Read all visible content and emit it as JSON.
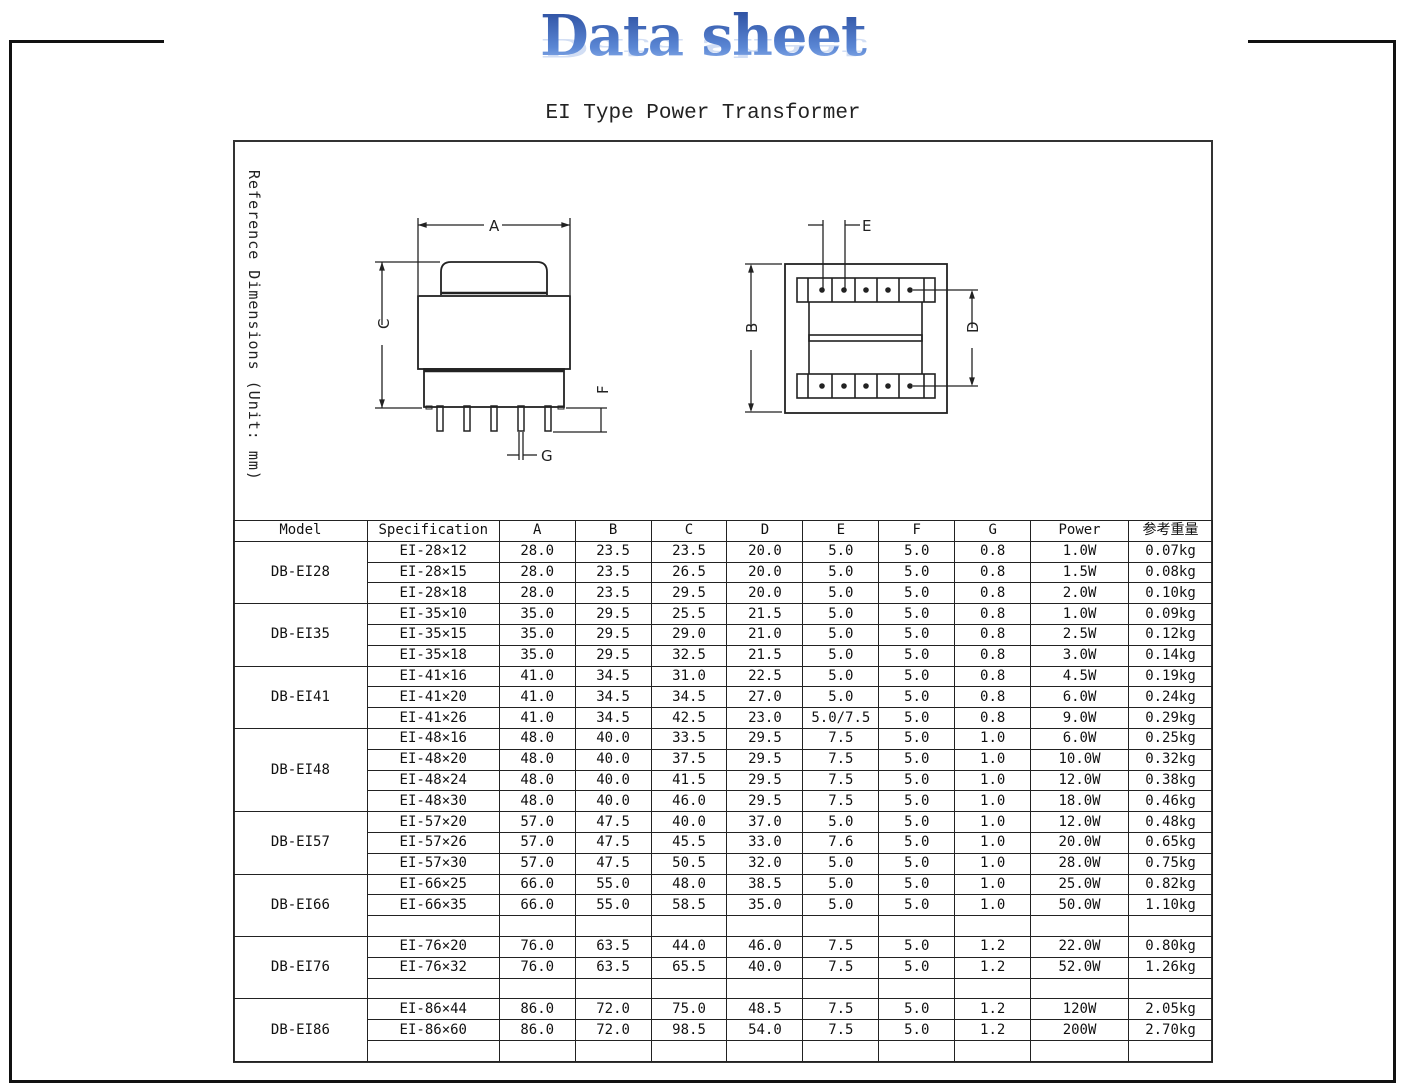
{
  "header": {
    "title": "Data sheet",
    "subtitle": "EI Type Power Transformer"
  },
  "diagram": {
    "side_label": "Reference Dimensions  (Unit: mm)",
    "labels": {
      "A": "A",
      "B": "B",
      "C": "C",
      "D": "D",
      "E": "E",
      "F": "F",
      "G": "G"
    }
  },
  "table": {
    "columns": [
      "Model",
      "Specification",
      "A",
      "B",
      "C",
      "D",
      "E",
      "F",
      "G",
      "Power",
      "参考重量"
    ],
    "groups": [
      {
        "model": "DB-EI28",
        "rows": [
          [
            "EI-28×12",
            "28.0",
            "23.5",
            "23.5",
            "20.0",
            "5.0",
            "5.0",
            "0.8",
            "1.0W",
            "0.07kg"
          ],
          [
            "EI-28×15",
            "28.0",
            "23.5",
            "26.5",
            "20.0",
            "5.0",
            "5.0",
            "0.8",
            "1.5W",
            "0.08kg"
          ],
          [
            "EI-28×18",
            "28.0",
            "23.5",
            "29.5",
            "20.0",
            "5.0",
            "5.0",
            "0.8",
            "2.0W",
            "0.10kg"
          ]
        ]
      },
      {
        "model": "DB-EI35",
        "rows": [
          [
            "EI-35×10",
            "35.0",
            "29.5",
            "25.5",
            "21.5",
            "5.0",
            "5.0",
            "0.8",
            "1.0W",
            "0.09kg"
          ],
          [
            "EI-35×15",
            "35.0",
            "29.5",
            "29.0",
            "21.0",
            "5.0",
            "5.0",
            "0.8",
            "2.5W",
            "0.12kg"
          ],
          [
            "EI-35×18",
            "35.0",
            "29.5",
            "32.5",
            "21.5",
            "5.0",
            "5.0",
            "0.8",
            "3.0W",
            "0.14kg"
          ]
        ]
      },
      {
        "model": "DB-EI41",
        "rows": [
          [
            "EI-41×16",
            "41.0",
            "34.5",
            "31.0",
            "22.5",
            "5.0",
            "5.0",
            "0.8",
            "4.5W",
            "0.19kg"
          ],
          [
            "EI-41×20",
            "41.0",
            "34.5",
            "34.5",
            "27.0",
            "5.0",
            "5.0",
            "0.8",
            "6.0W",
            "0.24kg"
          ],
          [
            "EI-41×26",
            "41.0",
            "34.5",
            "42.5",
            "23.0",
            "5.0/7.5",
            "5.0",
            "0.8",
            "9.0W",
            "0.29kg"
          ]
        ]
      },
      {
        "model": "DB-EI48",
        "rows": [
          [
            "EI-48×16",
            "48.0",
            "40.0",
            "33.5",
            "29.5",
            "7.5",
            "5.0",
            "1.0",
            "6.0W",
            "0.25kg"
          ],
          [
            "EI-48×20",
            "48.0",
            "40.0",
            "37.5",
            "29.5",
            "7.5",
            "5.0",
            "1.0",
            "10.0W",
            "0.32kg"
          ],
          [
            "EI-48×24",
            "48.0",
            "40.0",
            "41.5",
            "29.5",
            "7.5",
            "5.0",
            "1.0",
            "12.0W",
            "0.38kg"
          ],
          [
            "EI-48×30",
            "48.0",
            "40.0",
            "46.0",
            "29.5",
            "7.5",
            "5.0",
            "1.0",
            "18.0W",
            "0.46kg"
          ]
        ]
      },
      {
        "model": "DB-EI57",
        "rows": [
          [
            "EI-57×20",
            "57.0",
            "47.5",
            "40.0",
            "37.0",
            "5.0",
            "5.0",
            "1.0",
            "12.0W",
            "0.48kg"
          ],
          [
            "EI-57×26",
            "57.0",
            "47.5",
            "45.5",
            "33.0",
            "7.6",
            "5.0",
            "1.0",
            "20.0W",
            "0.65kg"
          ],
          [
            "EI-57×30",
            "57.0",
            "47.5",
            "50.5",
            "32.0",
            "5.0",
            "5.0",
            "1.0",
            "28.0W",
            "0.75kg"
          ]
        ]
      },
      {
        "model": "DB-EI66",
        "rows": [
          [
            "EI-66×25",
            "66.0",
            "55.0",
            "48.0",
            "38.5",
            "5.0",
            "5.0",
            "1.0",
            "25.0W",
            "0.82kg"
          ],
          [
            "EI-66×35",
            "66.0",
            "55.0",
            "58.5",
            "35.0",
            "5.0",
            "5.0",
            "1.0",
            "50.0W",
            "1.10kg"
          ],
          [
            "",
            "",
            "",
            "",
            "",
            "",
            "",
            "",
            "",
            ""
          ]
        ]
      },
      {
        "model": "DB-EI76",
        "rows": [
          [
            "EI-76×20",
            "76.0",
            "63.5",
            "44.0",
            "46.0",
            "7.5",
            "5.0",
            "1.2",
            "22.0W",
            "0.80kg"
          ],
          [
            "EI-76×32",
            "76.0",
            "63.5",
            "65.5",
            "40.0",
            "7.5",
            "5.0",
            "1.2",
            "52.0W",
            "1.26kg"
          ],
          [
            "",
            "",
            "",
            "",
            "",
            "",
            "",
            "",
            "",
            ""
          ]
        ]
      },
      {
        "model": "DB-EI86",
        "rows": [
          [
            "EI-86×44",
            "86.0",
            "72.0",
            "75.0",
            "48.5",
            "7.5",
            "5.0",
            "1.2",
            "120W",
            "2.05kg"
          ],
          [
            "EI-86×60",
            "86.0",
            "72.0",
            "98.5",
            "54.0",
            "7.5",
            "5.0",
            "1.2",
            "200W",
            "2.70kg"
          ],
          [
            "",
            "",
            "",
            "",
            "",
            "",
            "",
            "",
            "",
            ""
          ]
        ]
      }
    ]
  }
}
